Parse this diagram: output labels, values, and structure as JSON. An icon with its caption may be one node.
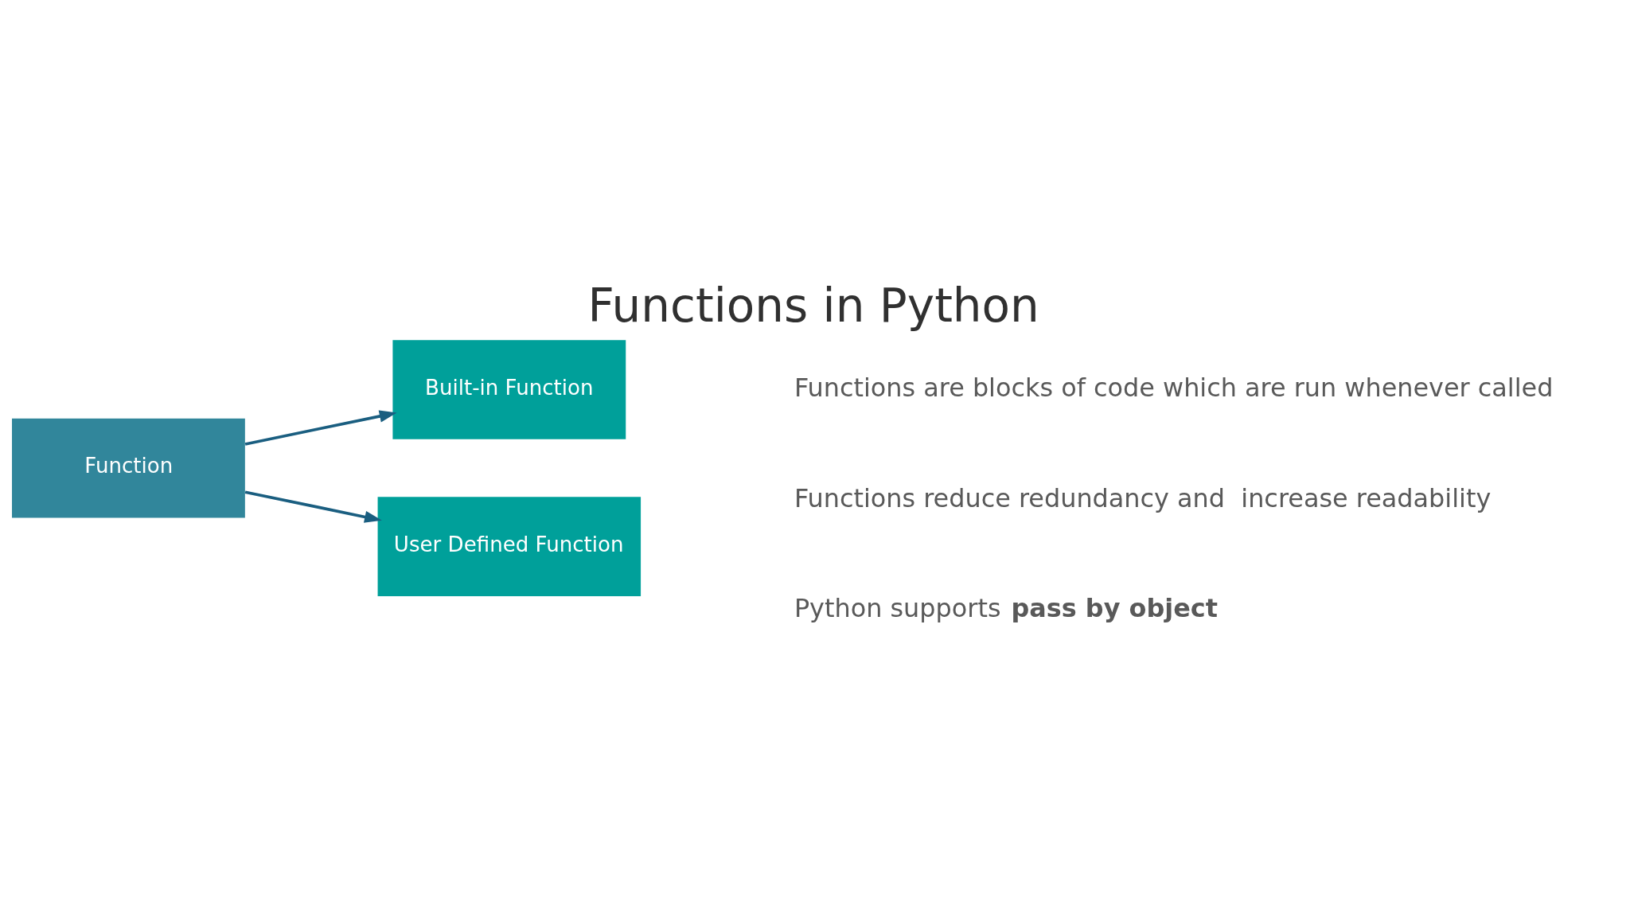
{
  "diagram": {
    "title": "Functions in Python",
    "nodes": [
      {
        "text": [
          "Function"
        ]
      },
      {
        "text": [
          "Built-in Function"
        ]
      },
      {
        "text": [
          "User Defined Function"
        ]
      }
    ],
    "edges": [
      {
        "from": 0,
        "to": 1,
        "arrow": "to"
      },
      {
        "from": 0,
        "to": 2,
        "arrow": "to"
      }
    ],
    "labels": [
      "Functions are blocks of code which are run whenever called",
      "Functions reduce redundancy and  increase readability",
      "Python supports **pass by object**"
    ]
  }
}
